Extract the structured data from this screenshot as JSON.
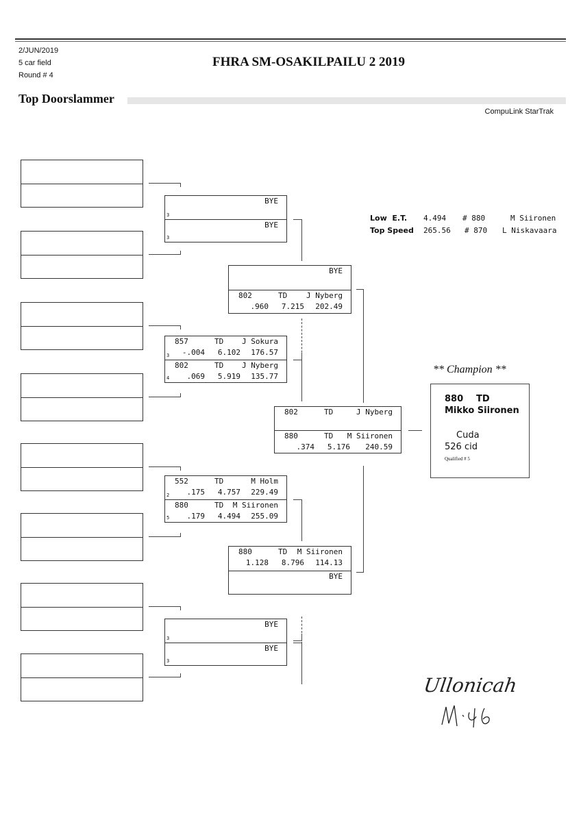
{
  "header": {
    "date": "2/JUN/2019",
    "field": "5 car field",
    "round": "Round # 4",
    "event_title": "FHRA SM-OSAKILPAILU 2 2019",
    "class_name": "Top Doorslammer",
    "software": "CompuLink StarTrak"
  },
  "stats": {
    "low_et": {
      "label": "Low  E.T.",
      "value": "4.494",
      "car": "# 880",
      "driver": "M Siironen"
    },
    "top_speed": {
      "label": "Top Speed",
      "value": "265.56",
      "car": "# 870",
      "driver": "L Niskavaara"
    }
  },
  "bracket": {
    "round1": [
      {
        "top": {},
        "bottom": {}
      },
      {
        "top": {},
        "bottom": {}
      },
      {
        "top": {},
        "bottom": {}
      },
      {
        "top": {},
        "bottom": {}
      },
      {
        "top": {},
        "bottom": {}
      },
      {
        "top": {},
        "bottom": {}
      },
      {
        "top": {},
        "bottom": {}
      },
      {
        "top": {},
        "bottom": {}
      }
    ],
    "round2": [
      {
        "top": {
          "name": "BYE",
          "seed": "3"
        },
        "bottom": {
          "name": "BYE",
          "seed": "3"
        }
      },
      {
        "top": {
          "car": "857",
          "class": "TD",
          "name": "J Sokura",
          "seed": "3",
          "rt": "-.004",
          "et": "6.102",
          "mph": "176.57"
        },
        "bottom": {
          "car": "802",
          "class": "TD",
          "name": "J Nyberg",
          "seed": "4",
          "rt": ".069",
          "et": "5.919",
          "mph": "135.77"
        }
      },
      {
        "top": {
          "car": "552",
          "class": "TD",
          "name": "M Holm",
          "seed": "2",
          "rt": ".175",
          "et": "4.757",
          "mph": "229.49"
        },
        "bottom": {
          "car": "880",
          "class": "TD",
          "name": "M Siironen",
          "seed": "5",
          "rt": ".179",
          "et": "4.494",
          "mph": "255.09"
        }
      },
      {
        "top": {
          "name": "BYE",
          "seed": "3"
        },
        "bottom": {
          "name": "BYE",
          "seed": "3"
        }
      }
    ],
    "round3": [
      {
        "top": {
          "name": "BYE"
        },
        "bottom": {
          "car": "802",
          "class": "TD",
          "name": "J Nyberg",
          "rt": ".960",
          "et": "7.215",
          "mph": "202.49"
        }
      },
      {
        "top": {
          "car": "880",
          "class": "TD",
          "name": "M Siironen",
          "rt": "1.128",
          "et": "8.796",
          "mph": "114.13"
        },
        "bottom": {
          "name": "BYE"
        }
      }
    ],
    "final": [
      {
        "top": {
          "car": "802",
          "class": "TD",
          "name": "J Nyberg"
        },
        "bottom": {
          "car": "880",
          "class": "TD",
          "name": "M Siironen",
          "rt": ".374",
          "et": "5.176",
          "mph": "240.59"
        }
      }
    ]
  },
  "champion": {
    "heading": "** Champion **",
    "car": "880",
    "class": "TD",
    "driver": "Mikko Siironen",
    "vehicle": "Cuda",
    "engine": "526 cid",
    "qualified": "Qualified # 5"
  },
  "signature": {
    "text": "Ullonicah",
    "initials": "M:46"
  }
}
